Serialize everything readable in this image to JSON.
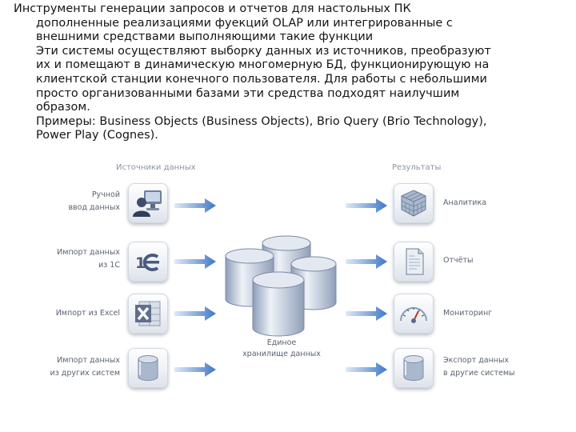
{
  "text": {
    "p1_lines": [
      "Инструменты генерации запросов и отчетов для настольных ПК",
      "дополненные реализациями фуекций OLAP или интегрированные с",
      "внешними средствами выполняющими такие функции"
    ],
    "p2_lines": [
      "Эти системы осуществляют выборку данных из источников, преобразуют",
      "их и помещают в динамическую многомерную БД, функционирующую на",
      "клиентской станции конечного пользователя. Для работы с небольшими",
      "просто организованными базами эти средства подходят наилучшим",
      "образом."
    ],
    "p3_lines": [
      "Примеры: Business Objects (Business Objects), Brio Query (Brio Technology),",
      "Power Play (Cognes)."
    ]
  },
  "diagram": {
    "sources_title": "Источники данных",
    "results_title": "Результаты",
    "sources": [
      {
        "line1": "Ручной",
        "line2": "ввод  данных",
        "icon": "user-pc-icon"
      },
      {
        "line1": "Импорт  данных",
        "line2": "из 1С",
        "icon": "1c-logo-icon"
      },
      {
        "line1": "Импорт из Excel",
        "line2": "",
        "icon": "excel-icon"
      },
      {
        "line1": "Импорт  данных",
        "line2": "из других  систем",
        "icon": "database-icon"
      }
    ],
    "center": {
      "line1": "Единое",
      "line2": "хранилище данных"
    },
    "results": [
      {
        "line1": "Аналитика",
        "line2": "",
        "icon": "cube-icon"
      },
      {
        "line1": "Отчёты",
        "line2": "",
        "icon": "document-icon"
      },
      {
        "line1": "Мониторинг",
        "line2": "",
        "icon": "gauge-icon"
      },
      {
        "line1": "Экспорт  данных",
        "line2": "в  другие  системы",
        "icon": "database-icon"
      }
    ],
    "colors": {
      "arrow": "#3f78c8",
      "cylinder": "#a9b8cf",
      "label": "#5a6272"
    }
  }
}
